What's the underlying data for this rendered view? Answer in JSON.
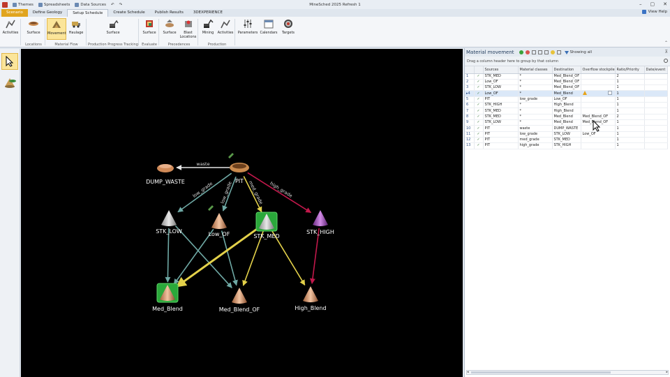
{
  "titlebar": {
    "app_title": "MineSched 2025 Refresh 1",
    "quick_access": [
      "Themes",
      "Spreadsheets",
      "Data Sources"
    ]
  },
  "tabs": [
    {
      "label": "Scenario",
      "kind": "file"
    },
    {
      "label": "Define Geology",
      "kind": "normal"
    },
    {
      "label": "Setup Schedule",
      "kind": "active"
    },
    {
      "label": "Create Schedule",
      "kind": "normal"
    },
    {
      "label": "Publish Results",
      "kind": "normal"
    },
    {
      "label": "3DEXPERIENCE",
      "kind": "normal"
    }
  ],
  "view_help": "View Help",
  "ribbon": {
    "groups": [
      {
        "name": "",
        "buttons": [
          {
            "label": "Activities",
            "icon": "activities-icon"
          }
        ]
      },
      {
        "name": "Locations",
        "buttons": [
          {
            "label": "Surface",
            "icon": "bowl-surface-icon"
          }
        ]
      },
      {
        "name": "Material Flow",
        "buttons": [
          {
            "label": "Movement",
            "icon": "movement-icon",
            "selected": true
          },
          {
            "label": "Haulage",
            "icon": "haulage-icon"
          }
        ]
      },
      {
        "name": "Production Progress Tracking",
        "buttons": [
          {
            "label": "Surface",
            "icon": "excavator-surface-icon"
          }
        ]
      },
      {
        "name": "Evaluate",
        "buttons": [
          {
            "label": "Surface",
            "icon": "evaluate-surface-icon"
          }
        ]
      },
      {
        "name": "Precedences",
        "buttons": [
          {
            "label": "Surface",
            "icon": "precedence-surface-icon"
          },
          {
            "label": "Blast Locations",
            "icon": "blast-locations-icon"
          }
        ]
      },
      {
        "name": "Production",
        "buttons": [
          {
            "label": "Mining",
            "icon": "mining-icon"
          },
          {
            "label": "Activities",
            "icon": "production-activities-icon"
          }
        ]
      },
      {
        "name": "",
        "buttons": [
          {
            "label": "Parameters",
            "icon": "parameters-icon"
          },
          {
            "label": "Calendars",
            "icon": "calendar-icon"
          },
          {
            "label": "Targets",
            "icon": "target-icon"
          }
        ]
      }
    ]
  },
  "diagram": {
    "nodes": [
      {
        "id": "PIT",
        "label": "PIT",
        "shape": "pit"
      },
      {
        "id": "DUMP_WASTE",
        "label": "DUMP_WASTE",
        "shape": "dump"
      },
      {
        "id": "STK_LOW",
        "label": "STK_LOW",
        "shape": "cone",
        "color": "#c9c9c9"
      },
      {
        "id": "Low_OF",
        "label": "Low_OF",
        "shape": "cone",
        "color": "#d9a07a"
      },
      {
        "id": "STK_MED",
        "label": "STK_MED",
        "shape": "cone-highlight",
        "color": "#c9c9c9"
      },
      {
        "id": "STK_HIGH",
        "label": "STK_HIGH",
        "shape": "cone",
        "color": "#b25cc9"
      },
      {
        "id": "Med_Blend",
        "label": "Med_Blend",
        "shape": "cone-highlight",
        "color": "#d9a07a"
      },
      {
        "id": "Med_Blend_OF",
        "label": "Med_Blend_OF",
        "shape": "cone",
        "color": "#d9a07a"
      },
      {
        "id": "High_Blend",
        "label": "High_Blend",
        "shape": "cone",
        "color": "#d9a07a"
      }
    ],
    "edges": [
      {
        "from": "PIT",
        "to": "DUMP_WASTE",
        "label": "waste",
        "color": "#e6e6e6"
      },
      {
        "from": "PIT",
        "to": "STK_LOW",
        "label": "low_grade",
        "color": "#6fa9a5"
      },
      {
        "from": "PIT",
        "to": "Low_OF",
        "label": "low_grade",
        "color": "#6fa9a5"
      },
      {
        "from": "PIT",
        "to": "STK_MED",
        "label": "med_grade",
        "color": "#e3d14a"
      },
      {
        "from": "PIT",
        "to": "STK_HIGH",
        "label": "high_grade",
        "color": "#c2184b"
      },
      {
        "from": "STK_LOW",
        "to": "Med_Blend",
        "label": "",
        "color": "#6fa9a5"
      },
      {
        "from": "STK_LOW",
        "to": "Med_Blend_OF",
        "label": "",
        "color": "#6fa9a5"
      },
      {
        "from": "Low_OF",
        "to": "Med_Blend",
        "label": "",
        "color": "#6fa9a5"
      },
      {
        "from": "Low_OF",
        "to": "Med_Blend_OF",
        "label": "",
        "color": "#6fa9a5"
      },
      {
        "from": "STK_MED",
        "to": "Med_Blend",
        "label": "",
        "color": "#e3d14a",
        "emphasis": true
      },
      {
        "from": "STK_MED",
        "to": "Med_Blend_OF",
        "label": "",
        "color": "#e3d14a"
      },
      {
        "from": "STK_MED",
        "to": "High_Blend",
        "label": "",
        "color": "#e3d14a"
      },
      {
        "from": "STK_HIGH",
        "to": "High_Blend",
        "label": "",
        "color": "#c2184b"
      }
    ]
  },
  "panel": {
    "title": "Material movement",
    "showing": "Showing all",
    "group_hint": "Drag a column header here to group by that column",
    "columns": [
      "",
      "",
      "Sources",
      "Material classes",
      "Destination",
      "Overflow stockpile",
      "Ratio/Priority",
      "Date/event"
    ],
    "current_row": 3,
    "rows": [
      {
        "n": "1",
        "check": "✓",
        "source": "STK_MED",
        "material": "*",
        "destination": "Med_Blend_OF",
        "overflow": "",
        "ratio": "2",
        "date": ""
      },
      {
        "n": "2",
        "check": "✓",
        "source": "Low_OF",
        "material": "*",
        "destination": "Med_Blend_OF",
        "overflow": "",
        "ratio": "1",
        "date": ""
      },
      {
        "n": "3",
        "check": "✓",
        "source": "STK_LOW",
        "material": "*",
        "destination": "Med_Blend_OF",
        "overflow": "",
        "ratio": "1",
        "date": ""
      },
      {
        "n": "4",
        "check": "✓",
        "source": "Low_OF",
        "material": "*",
        "destination": "Med_Blend",
        "overflow": "",
        "ratio": "1",
        "date": "",
        "warning": true
      },
      {
        "n": "5",
        "check": "✓",
        "source": "PIT",
        "material": "low_grade",
        "destination": "Low_OF",
        "overflow": "",
        "ratio": "1",
        "date": ""
      },
      {
        "n": "6",
        "check": "✓",
        "source": "STK_HIGH",
        "material": "*",
        "destination": "High_Blend",
        "overflow": "",
        "ratio": "1",
        "date": ""
      },
      {
        "n": "7",
        "check": "✓",
        "source": "STK_MED",
        "material": "*",
        "destination": "High_Blend",
        "overflow": "",
        "ratio": "1",
        "date": ""
      },
      {
        "n": "8",
        "check": "✓",
        "source": "STK_MED",
        "material": "*",
        "destination": "Med_Blend",
        "overflow": "Med_Blend_OF",
        "ratio": "2",
        "date": ""
      },
      {
        "n": "9",
        "check": "✓",
        "source": "STK_LOW",
        "material": "*",
        "destination": "Med_Blend",
        "overflow": "Med_Blend_OF",
        "ratio": "1",
        "date": ""
      },
      {
        "n": "10",
        "check": "✓",
        "source": "PIT",
        "material": "waste",
        "destination": "DUMP_WASTE",
        "overflow": "",
        "ratio": "1",
        "date": ""
      },
      {
        "n": "11",
        "check": "✓",
        "source": "PIT",
        "material": "low_grade",
        "destination": "STK_LOW",
        "overflow": "Low_OF",
        "ratio": "1",
        "date": ""
      },
      {
        "n": "12",
        "check": "✓",
        "source": "PIT",
        "material": "med_grade",
        "destination": "STK_MED",
        "overflow": "",
        "ratio": "1",
        "date": ""
      },
      {
        "n": "13",
        "check": "✓",
        "source": "PIT",
        "material": "high_grade",
        "destination": "STK_HIGH",
        "overflow": "",
        "ratio": "1",
        "date": ""
      }
    ]
  }
}
